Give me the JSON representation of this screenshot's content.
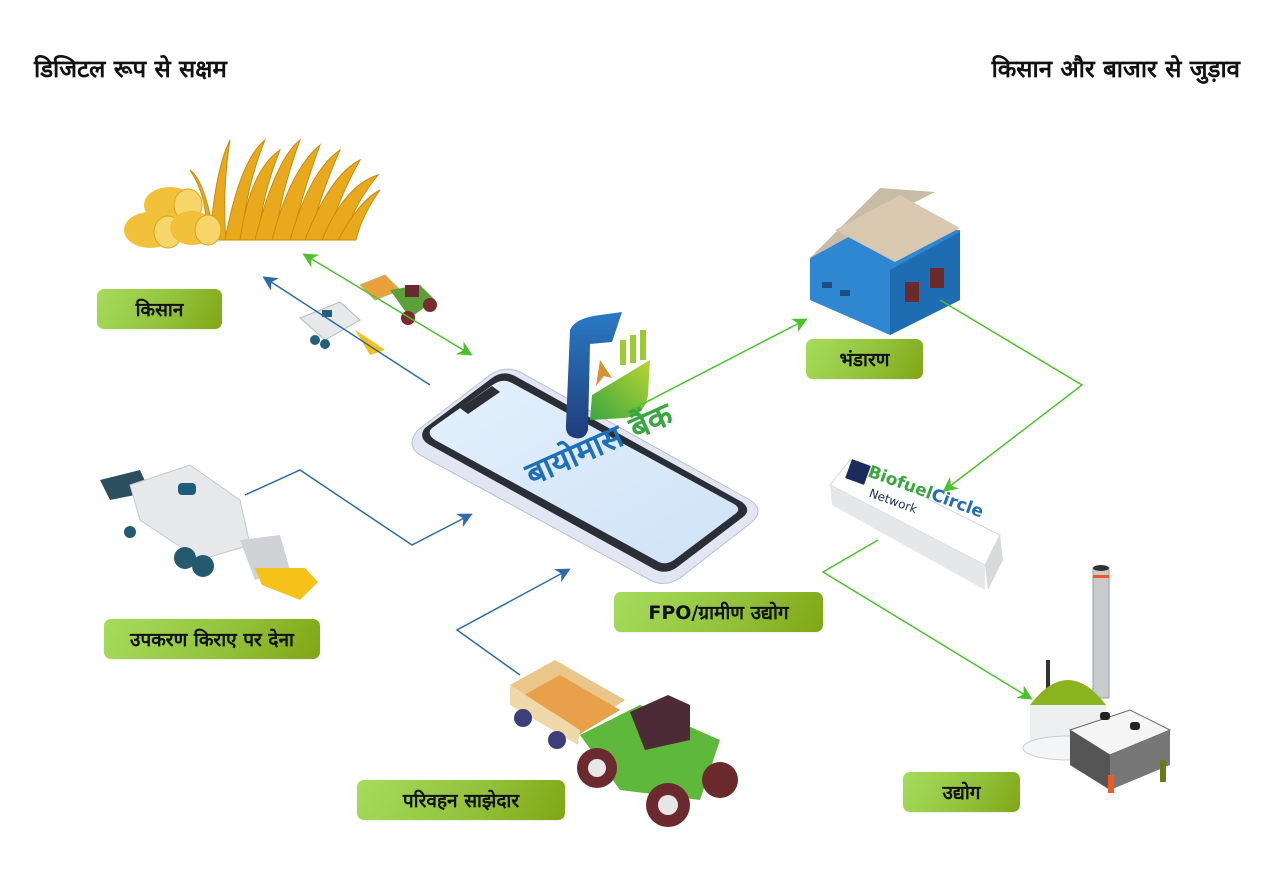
{
  "headings": {
    "left": "डिजिटल रूप से सक्षम",
    "right": "किसान और बाजार से जुड़ाव"
  },
  "nodes": {
    "farmer": "किसान",
    "equipment_rental": "उपकरण किराए पर देना",
    "transport_partner": "परिवहन साझेदार",
    "fpo_rural_industry": "FPO/ग्रामीण उद्योग",
    "storage": "भंडारण",
    "industry": "उद्योग"
  },
  "center_logo": {
    "word1": "बायोमास",
    "word2": "बैंक",
    "word1_color": "#1e6fb5",
    "word2_color": "#3aa640"
  },
  "network_block": {
    "brand_part1": "Biofuel",
    "brand_part2": "Circle",
    "sub": "Network",
    "brand_part1_color": "#3aa640",
    "brand_part2_color": "#1e6fb5"
  },
  "colors": {
    "label_gradient_start": "#a6dc5c",
    "label_gradient_end": "#80a614",
    "arrow_blue": "#2e6aa8",
    "arrow_green": "#4cc22a"
  }
}
